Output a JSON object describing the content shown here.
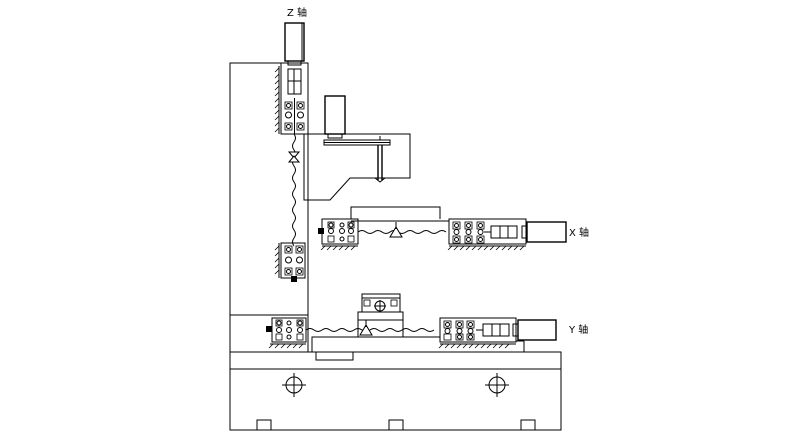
{
  "axes": {
    "z": {
      "label": "Z 轴"
    },
    "x": {
      "label": "X 轴"
    },
    "y": {
      "label": "Y 轴"
    }
  },
  "colors": {
    "line": "#000000",
    "background": "#ffffff"
  },
  "icons": [
    "bearing-pair-icon",
    "bevel-gear-icon",
    "crosshair-icon",
    "motor-icon",
    "coupling-icon"
  ]
}
